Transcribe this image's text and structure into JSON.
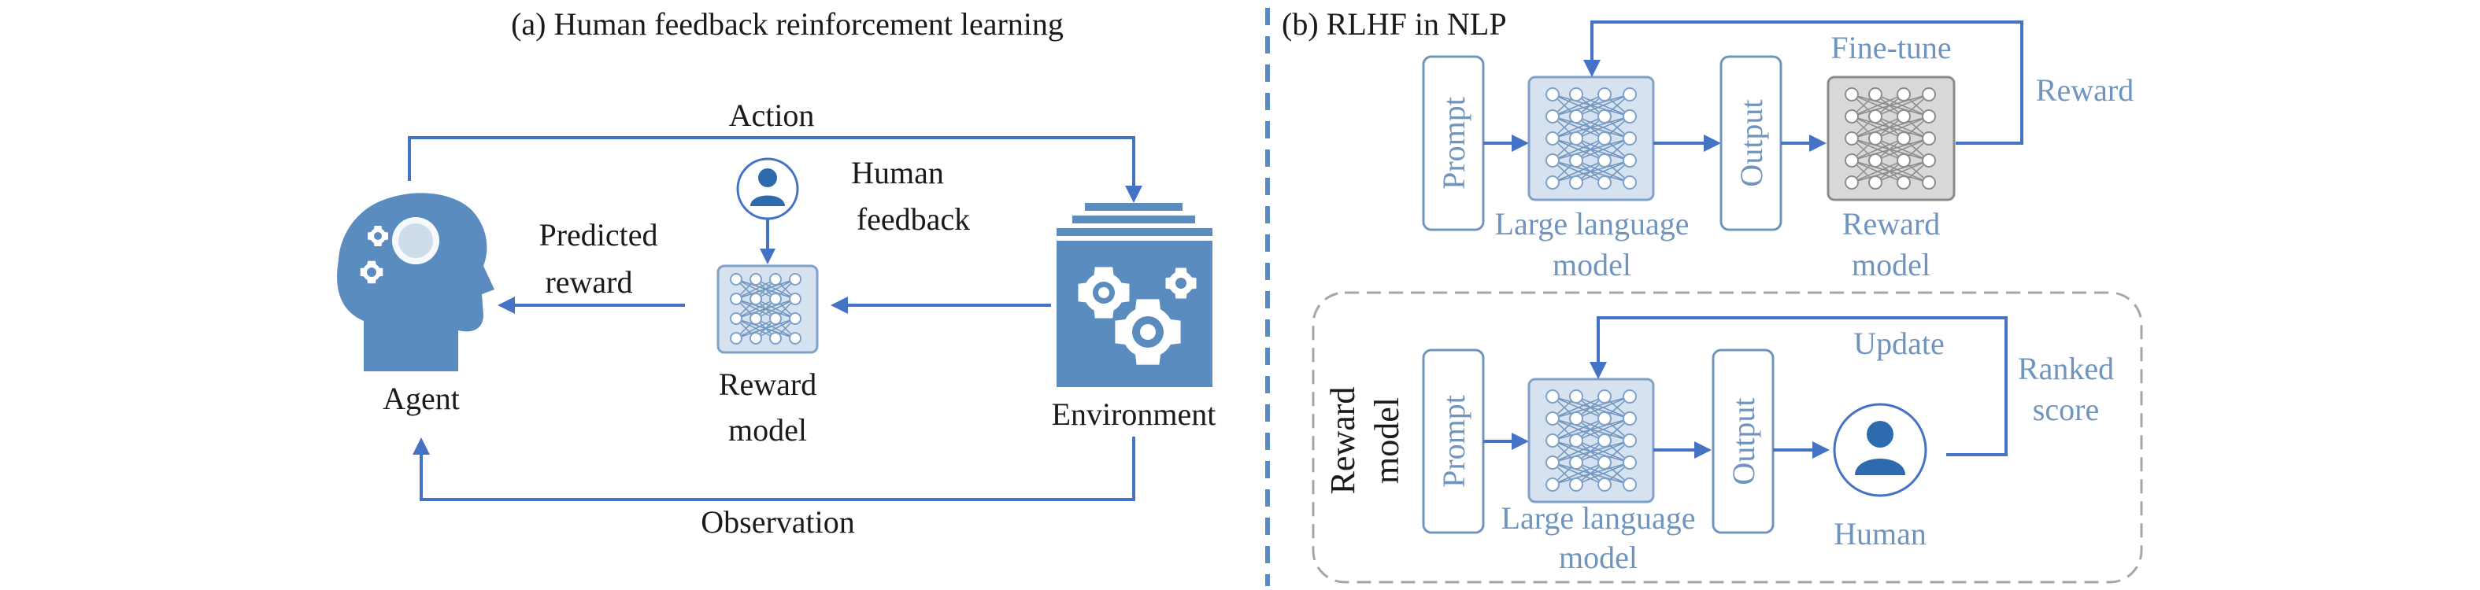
{
  "panel_a": {
    "title": "(a) Human feedback reinforcement learning",
    "action": "Action",
    "observation": "Observation",
    "agent": "Agent",
    "predicted_reward_1": "Predicted",
    "predicted_reward_2": "reward",
    "human_feedback_1": "Human",
    "human_feedback_2": "feedback",
    "reward_model_1": "Reward",
    "reward_model_2": "model",
    "environment": "Environment"
  },
  "panel_b": {
    "title": "(b) RLHF in NLP",
    "prompt": "Prompt",
    "llm_1": "Large language",
    "llm_2": "model",
    "output": "Output",
    "fine_tune": "Fine-tune",
    "reward": "Reward",
    "reward_model_1": "Reward",
    "reward_model_2": "model",
    "lower": {
      "side_label_1": "Reward",
      "side_label_2": "model",
      "prompt": "Prompt",
      "llm_1": "Large language",
      "llm_2": "model",
      "output": "Output",
      "update": "Update",
      "ranked_1": "Ranked",
      "ranked_2": "score",
      "human": "Human"
    }
  },
  "colors": {
    "arrow": "#4472c4",
    "text_blue": "#6f95be",
    "box_fill": "#d6e2f0",
    "box_stroke": "#7ea1c8",
    "icon": "#5b8cc0",
    "gray_box": "#d9d9d9",
    "dashed_divider": "#5b8cc0"
  },
  "icons": [
    "agent-head-gears-icon",
    "human-avatar-icon",
    "environment-gears-icon",
    "neural-network-icon"
  ]
}
